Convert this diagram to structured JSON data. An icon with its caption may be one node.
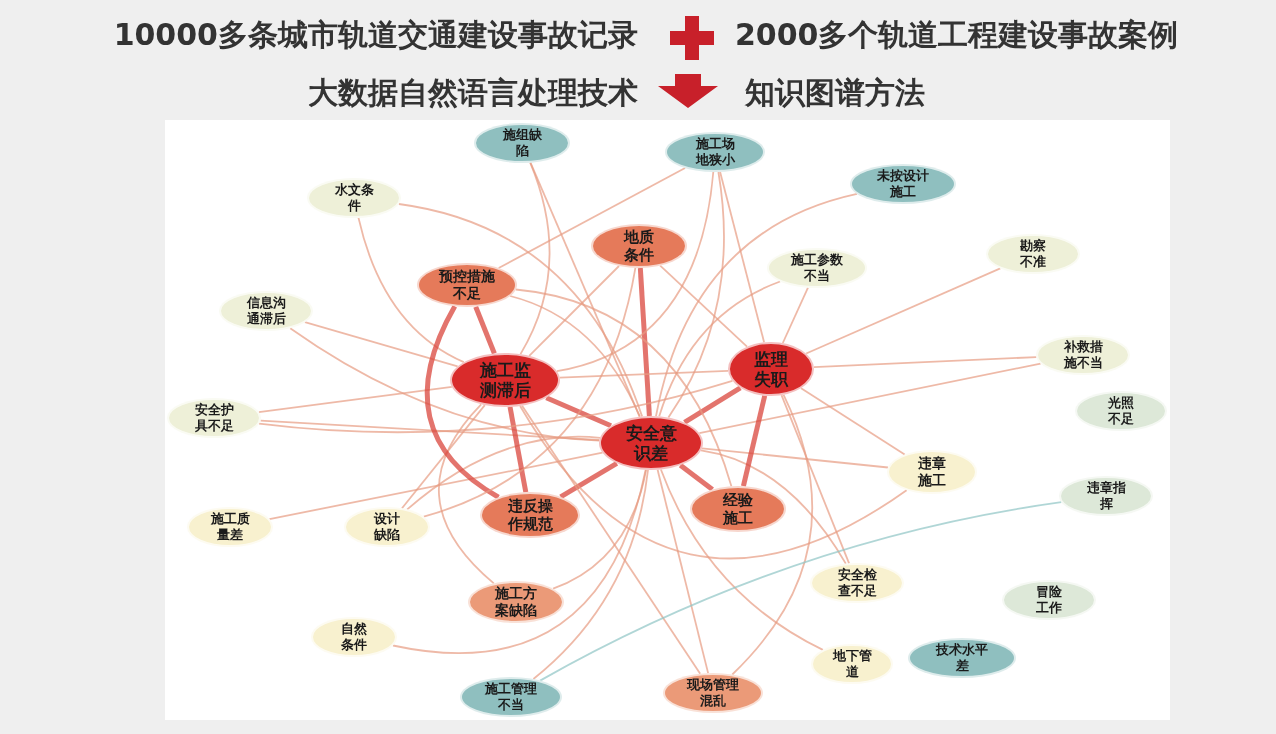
{
  "diagram": {
    "nodes": [
      {
        "text": [
          "施组缺陷"
        ]
      },
      {
        "text": [
          "施工场地狭小"
        ]
      },
      {
        "text": [
          "未按设计施工"
        ]
      },
      {
        "text": [
          "水文条件"
        ]
      },
      {
        "text": [
          "地质条件"
        ]
      },
      {
        "text": [
          "预控措施不足"
        ]
      },
      {
        "text": [
          "施工参数不当"
        ]
      },
      {
        "text": [
          "勘察不准"
        ]
      },
      {
        "text": [
          "信息沟通滞后"
        ]
      },
      {
        "text": [
          "施工监测滞后"
        ]
      },
      {
        "text": [
          "监理失职"
        ]
      },
      {
        "text": [
          "补救措施不当"
        ]
      },
      {
        "text": [
          "安全护具不足"
        ]
      },
      {
        "text": [
          "光照不足"
        ]
      },
      {
        "text": [
          "安全意识差"
        ]
      },
      {
        "text": [
          "违章施工"
        ]
      },
      {
        "text": [
          "违章指挥"
        ]
      },
      {
        "text": [
          "施工质量差"
        ]
      },
      {
        "text": [
          "设计缺陷"
        ]
      },
      {
        "text": [
          "违反操作规范"
        ]
      },
      {
        "text": [
          "经验施工"
        ]
      },
      {
        "text": [
          "施工方案缺陷"
        ]
      },
      {
        "text": [
          "安全检查不足"
        ]
      },
      {
        "text": [
          "冒险工作"
        ]
      },
      {
        "text": [
          "自然条件"
        ]
      },
      {
        "text": [
          "技术水平差"
        ]
      },
      {
        "text": [
          "地下管道"
        ]
      },
      {
        "text": [
          "施工管理不当"
        ]
      },
      {
        "text": [
          "现场管理混乱"
        ]
      }
    ],
    "edges": [
      {
        "from": 14,
        "to": 9,
        "arrow": "none",
        "style": "thick"
      },
      {
        "from": 14,
        "to": 10,
        "arrow": "none",
        "style": "thick"
      },
      {
        "from": 14,
        "to": 4,
        "arrow": "none",
        "style": "thick"
      },
      {
        "from": 14,
        "to": 5,
        "arrow": "none"
      },
      {
        "from": 14,
        "to": 19,
        "arrow": "none",
        "style": "thick"
      },
      {
        "from": 14,
        "to": 20,
        "arrow": "none",
        "style": "thick"
      },
      {
        "from": 14,
        "to": 21,
        "arrow": "none"
      },
      {
        "from": 14,
        "to": 28,
        "arrow": "none"
      },
      {
        "from": 14,
        "to": 0,
        "arrow": "none"
      },
      {
        "from": 14,
        "to": 1,
        "arrow": "none"
      },
      {
        "from": 14,
        "to": 3,
        "arrow": "none"
      },
      {
        "from": 14,
        "to": 8,
        "arrow": "none"
      },
      {
        "from": 14,
        "to": 12,
        "arrow": "none"
      },
      {
        "from": 14,
        "to": 15,
        "arrow": "none"
      },
      {
        "from": 14,
        "to": 17,
        "arrow": "none"
      },
      {
        "from": 14,
        "to": 18,
        "arrow": "none"
      },
      {
        "from": 14,
        "to": 22,
        "arrow": "none"
      },
      {
        "from": 14,
        "to": 24,
        "arrow": "none"
      },
      {
        "from": 14,
        "to": 26,
        "arrow": "none"
      },
      {
        "from": 14,
        "to": 27,
        "arrow": "none"
      },
      {
        "from": 14,
        "to": 6,
        "arrow": "none"
      },
      {
        "from": 14,
        "to": 2,
        "arrow": "none"
      },
      {
        "from": 14,
        "to": 11,
        "arrow": "none"
      },
      {
        "from": 9,
        "to": 5,
        "arrow": "none",
        "style": "thick"
      },
      {
        "from": 9,
        "to": 4,
        "arrow": "none"
      },
      {
        "from": 9,
        "to": 10,
        "arrow": "none"
      },
      {
        "from": 9,
        "to": 19,
        "arrow": "none",
        "style": "thick"
      },
      {
        "from": 9,
        "to": 21,
        "arrow": "none"
      },
      {
        "from": 9,
        "to": 3,
        "arrow": "none"
      },
      {
        "from": 9,
        "to": 8,
        "arrow": "none"
      },
      {
        "from": 9,
        "to": 12,
        "arrow": "none"
      },
      {
        "from": 9,
        "to": 15,
        "arrow": "none"
      },
      {
        "from": 9,
        "to": 18,
        "arrow": "none"
      },
      {
        "from": 9,
        "to": 0,
        "arrow": "none"
      },
      {
        "from": 9,
        "to": 1,
        "arrow": "none"
      },
      {
        "from": 9,
        "to": 28,
        "arrow": "none"
      },
      {
        "from": 10,
        "to": 4,
        "arrow": "none"
      },
      {
        "from": 10,
        "to": 20,
        "arrow": "none",
        "style": "thick"
      },
      {
        "from": 10,
        "to": 6,
        "arrow": "none"
      },
      {
        "from": 10,
        "to": 1,
        "arrow": "none"
      },
      {
        "from": 10,
        "to": 15,
        "arrow": "none"
      },
      {
        "from": 10,
        "to": 22,
        "arrow": "none"
      },
      {
        "from": 10,
        "to": 28,
        "arrow": "none"
      },
      {
        "from": 10,
        "to": 7,
        "arrow": "none"
      },
      {
        "from": 10,
        "to": 12,
        "arrow": "none"
      },
      {
        "from": 10,
        "to": 11,
        "arrow": "none"
      },
      {
        "from": 5,
        "to": 19,
        "arrow": "none",
        "style": "thick"
      },
      {
        "from": 5,
        "to": 1,
        "arrow": "none"
      },
      {
        "from": 5,
        "to": 20,
        "arrow": "none"
      },
      {
        "from": 4,
        "to": 18,
        "arrow": "none"
      },
      {
        "from": 27,
        "to": 16,
        "arrow": "none",
        "color": "#8fc4c4"
      }
    ],
    "labels": [
      "10000多条城市轨道交通建设事故记录",
      "2000多个轨道工程建设事故案例",
      "大数据自然语言处理技术",
      "知识图谱方法"
    ]
  }
}
